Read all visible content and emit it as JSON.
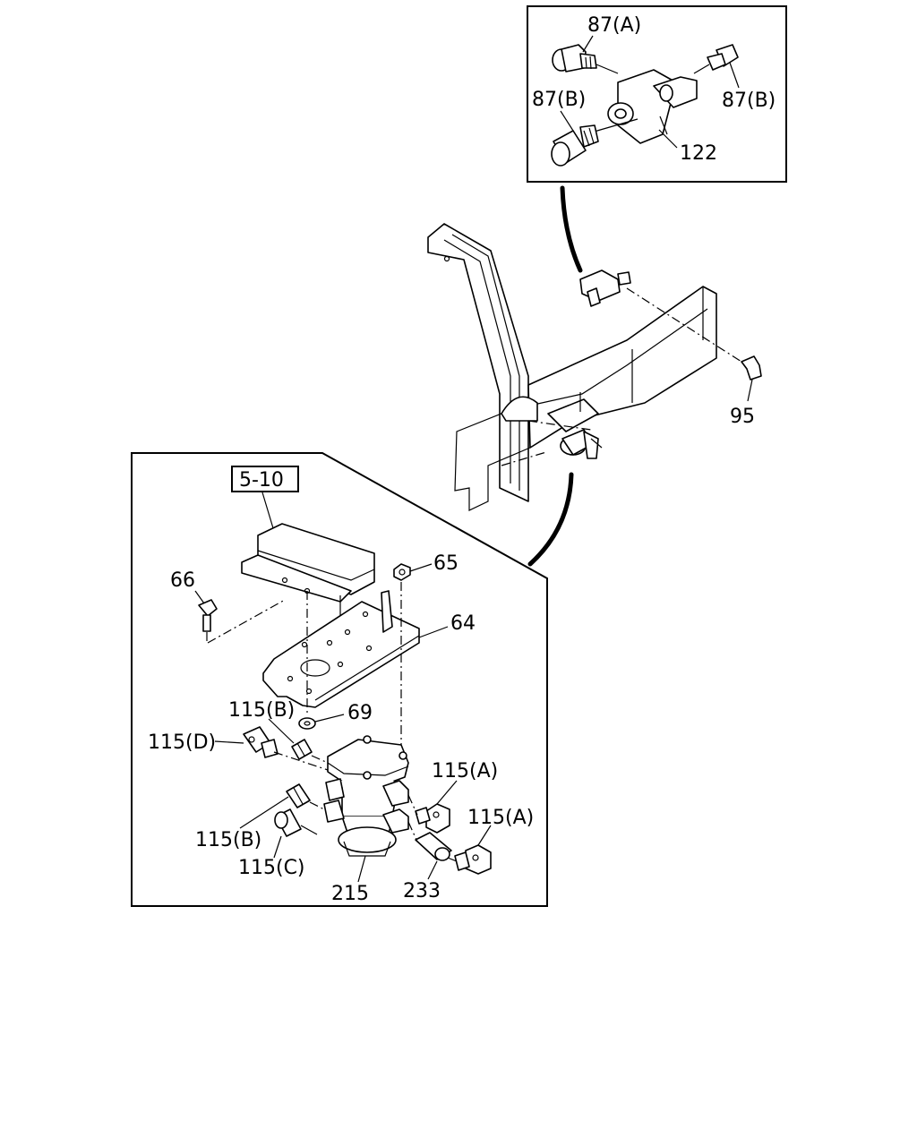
{
  "diagram": {
    "labels": {
      "l87a": "87(A)",
      "l87b_left": "87(B)",
      "l87b_right": "87(B)",
      "l122": "122",
      "l95": "95",
      "ref": "5-10",
      "l65": "65",
      "l66": "66",
      "l64": "64",
      "l69": "69",
      "l115b_top": "115(B)",
      "l115d": "115(D)",
      "l115a_top": "115(A)",
      "l115a_bottom": "115(A)",
      "l115b_bottom": "115(B)",
      "l115c": "115(C)",
      "l215": "215",
      "l233": "233"
    }
  }
}
